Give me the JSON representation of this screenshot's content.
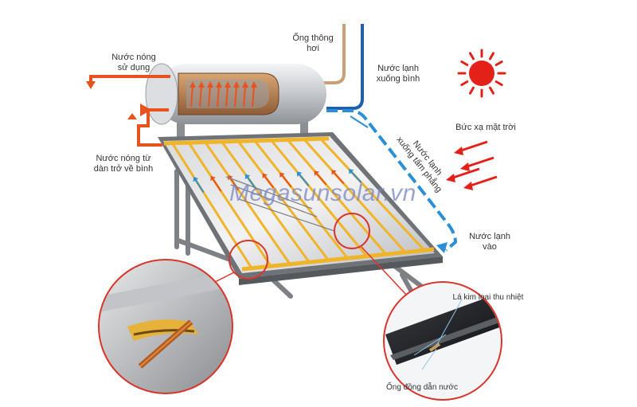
{
  "labels": {
    "hot_water_use": [
      "Nước nóng",
      "sử dụng"
    ],
    "vent_pipe": [
      "Ống thông",
      "hơi"
    ],
    "cold_water_to_tank": [
      "Nước lạnh",
      "xuống bình"
    ],
    "hot_water_return": [
      "Nước nóng từ",
      "dàn trở về bình"
    ],
    "solar_radiation": "Bức xạ mặt trời",
    "cold_water_to_panel": [
      "Nước lạnh",
      "xuống tấm phẳng"
    ],
    "cold_water_in": [
      "Nước lạnh",
      "vào"
    ],
    "absorber_fin": "Lá kim loại thu nhiệt",
    "copper_pipe": "Ống đồng dẫn nước"
  },
  "watermark": "Megasunsolar.vn",
  "colors": {
    "hot": "#e8521f",
    "cold": "#2b8fd6",
    "cold_pipe": "#1f5fae",
    "vent": "#c9a07a",
    "sun": "#e42119",
    "callout": "#d9362b",
    "frame": "#6f7378",
    "panel_gold": "#f0b428",
    "watermark": "#7a86c0"
  },
  "icons": {
    "sun": "sun-icon",
    "radiation": "radiation-arrow-icon"
  }
}
